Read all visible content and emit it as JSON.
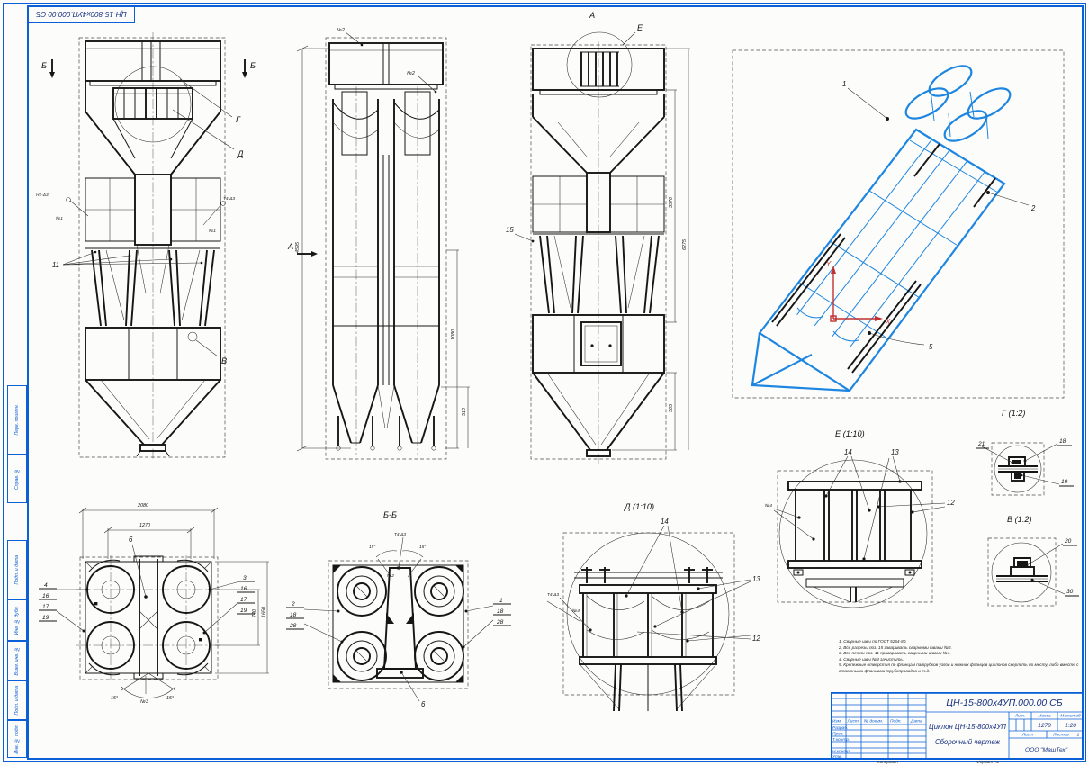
{
  "stamp": {
    "doc_number": "ЦН-15-800х4УП.000.00 СБ"
  },
  "margin": {
    "top_group": [
      "Перв. примен.",
      "Справ. №"
    ],
    "bottom_group": [
      "Подп. и дата",
      "Инв. № дубл.",
      "Взам. инв. №",
      "Подп. и дата",
      "Инв. № подл."
    ]
  },
  "front": {
    "section_left": "Б",
    "section_right": "Б",
    "detail_g": "Г",
    "detail_d": "Д",
    "callout_11": "11",
    "callout_v": "В",
    "weld_left": "Н1-Δ3",
    "weld_right": "Т4-Δ3",
    "weld_no1_left": "№1",
    "weld_no1_right": "№1"
  },
  "section_a": {
    "arrow": "А",
    "weld_top": "№2",
    "weld_mid": "№2",
    "dim_height": "4595",
    "dim_mid": "1080",
    "dim_bottom": "510"
  },
  "side": {
    "view_a": "А",
    "detail_e": "Е",
    "callout_15": "15",
    "dim_upper": "3570",
    "dim_total": "6275",
    "dim_bottom": "505"
  },
  "iso": {
    "callout_1": "1",
    "callout_2": "2",
    "callout_5": "5",
    "axis_x": "X",
    "axis_y": "Y"
  },
  "plan": {
    "dim_width": "2080",
    "dim_inner": "1270",
    "dim_right_outer": "1650",
    "dim_right_inner": "740",
    "callout_6": "6",
    "stack_left": [
      "4",
      "16",
      "17",
      "19"
    ],
    "stack_right": [
      "3",
      "16",
      "17",
      "19"
    ],
    "angle_left": "15°",
    "angle_right": "15°",
    "weld_no3": "№3"
  },
  "section_b": {
    "title": "Б-Б",
    "weld_note": "Т4-Δ3",
    "weld_no2": "№2",
    "angle_left": "15°",
    "angle_right": "15°",
    "stack_left": [
      "2",
      "18",
      "28"
    ],
    "stack_right": [
      "1",
      "18",
      "28"
    ],
    "callout_6": "6"
  },
  "detail_d": {
    "title": "Д (1:10)",
    "c14": "14",
    "c13": "13",
    "c12": "12",
    "weld_no4": "№4",
    "weld_note": "Т4-Δ3"
  },
  "detail_e": {
    "title": "Е (1:10)",
    "c14": "14",
    "c13": "13",
    "c12": "12",
    "weld_no4": "№4"
  },
  "detail_g": {
    "title": "Г (1:2)",
    "c21": "21",
    "c18": "18",
    "c19": "19"
  },
  "detail_v": {
    "title": "В (1:2)",
    "c20": "20",
    "c30": "30"
  },
  "notes": {
    "lines": [
      "1. Сварные швы по ГОСТ 5264-80.",
      "2. Все разрезы поз. 15 заваривать сварными швами №2.",
      "3. Все петли поз. 11 приваривать сварными швами №1.",
      "4. Сварные швы №4 зачистить.",
      "5. Крепежные отверстия по фланцам патрубков узлов и нижних фланцев циклонов сверлить по месту, либо вместе с ответными фланцами трубопроводов и т.д."
    ]
  },
  "titleblock": {
    "designation": "ЦН-15-800х4УП.000.00 СБ",
    "product_name": "Циклон ЦН-15-800х4УП",
    "doc_type": "Сборочный чертеж",
    "col_izm": "Изм.",
    "col_list": "Лист",
    "col_doc": "№ докум.",
    "col_podp": "Подп.",
    "col_data": "Дата",
    "row_razrab": "Разраб.",
    "row_prov": "Пров.",
    "row_tkontr": "Т.контр.",
    "row_nkontr": "Н.контр.",
    "row_utv": "Утв.",
    "lit_header": "Лит.",
    "mass_header": "Масса",
    "scale_header": "Масштаб",
    "mass_value": "1278",
    "scale_value": "1:20",
    "sheet_label": "Лист",
    "sheets_label": "Листов",
    "sheets_value": "1",
    "company": "ООО \"МашТех\"",
    "kopiroval": "Копировал",
    "format_text": "Формат А1"
  }
}
